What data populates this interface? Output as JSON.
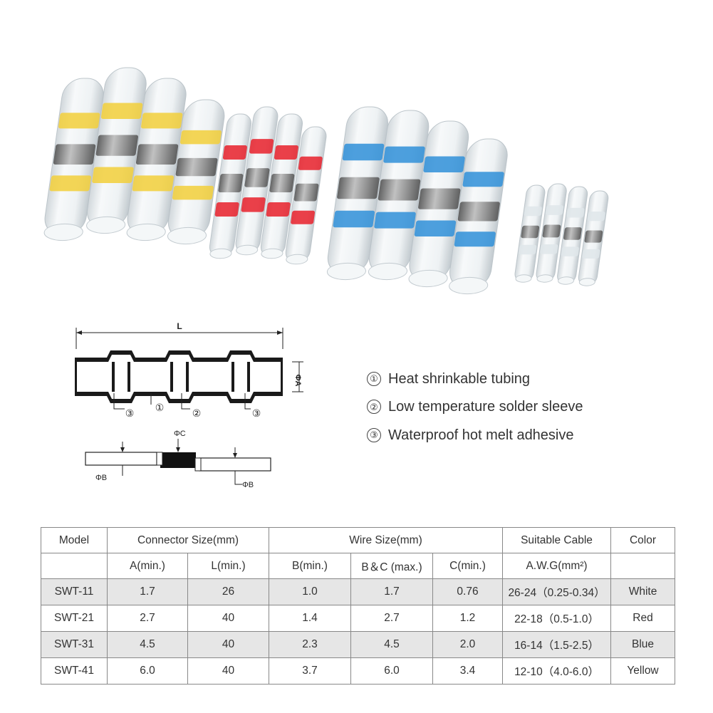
{
  "diagram": {
    "label_L": "L",
    "label_A": "ΦA",
    "label_C": "ΦC",
    "label_B": "ΦB",
    "callouts": [
      "③",
      "①",
      "②",
      "③"
    ]
  },
  "legend": [
    {
      "num": "①",
      "text": "Heat shrinkable tubing"
    },
    {
      "num": "②",
      "text": "Low temperature solder sleeve"
    },
    {
      "num": "③",
      "text": "Waterproof hot melt adhesive"
    }
  ],
  "table": {
    "head1": {
      "model": "Model",
      "connector": "Connector Size(mm)",
      "wire": "Wire Size(mm)",
      "cable": "Suitable Cable",
      "color": "Color"
    },
    "head2": {
      "a": "A(min.)",
      "l": "L(min.)",
      "b": "B(min.)",
      "bc": "B＆C (max.)",
      "c": "C(min.)",
      "awg": "A.W.G(mm²)"
    },
    "rows": [
      {
        "model": "SWT-11",
        "a": "1.7",
        "l": "26",
        "b": "1.0",
        "bc": "1.7",
        "c": "0.76",
        "awg": "26-24（0.25-0.34）",
        "color": "White"
      },
      {
        "model": "SWT-21",
        "a": "2.7",
        "l": "40",
        "b": "1.4",
        "bc": "2.7",
        "c": "1.2",
        "awg": "22-18（0.5-1.0）",
        "color": "Red"
      },
      {
        "model": "SWT-31",
        "a": "4.5",
        "l": "40",
        "b": "2.3",
        "bc": "4.5",
        "c": "2.0",
        "awg": "16-14（1.5-2.5）",
        "color": "Blue"
      },
      {
        "model": "SWT-41",
        "a": "6.0",
        "l": "40",
        "b": "3.7",
        "bc": "6.0",
        "c": "3.4",
        "awg": "12-10（4.0-6.0）",
        "color": "Yellow"
      }
    ]
  },
  "colors": {
    "yellow": "#f2cf3a",
    "red": "#e8202a",
    "blue": "#2f8fd8",
    "clear": "#e8eef2",
    "solder": "#8a8a8a"
  }
}
